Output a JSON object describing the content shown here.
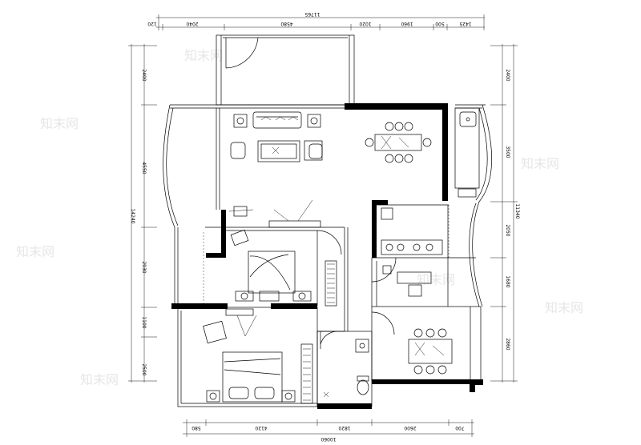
{
  "dimensions": {
    "top_total": "11765",
    "top_segments": [
      "120",
      "2040",
      "4580",
      "1020",
      "1960",
      "500",
      "1425"
    ],
    "bottom_total": "10060",
    "bottom_segments": [
      "580",
      "4120",
      "1820",
      "2600",
      "700"
    ],
    "left_total": "14240",
    "left_segments": [
      "2400",
      "4550",
      "2930",
      "1100",
      "2500"
    ],
    "right_total": "11340",
    "right_segments": [
      "2400",
      "3500",
      "2050",
      "1680",
      "2860"
    ]
  },
  "watermark": "知末网"
}
